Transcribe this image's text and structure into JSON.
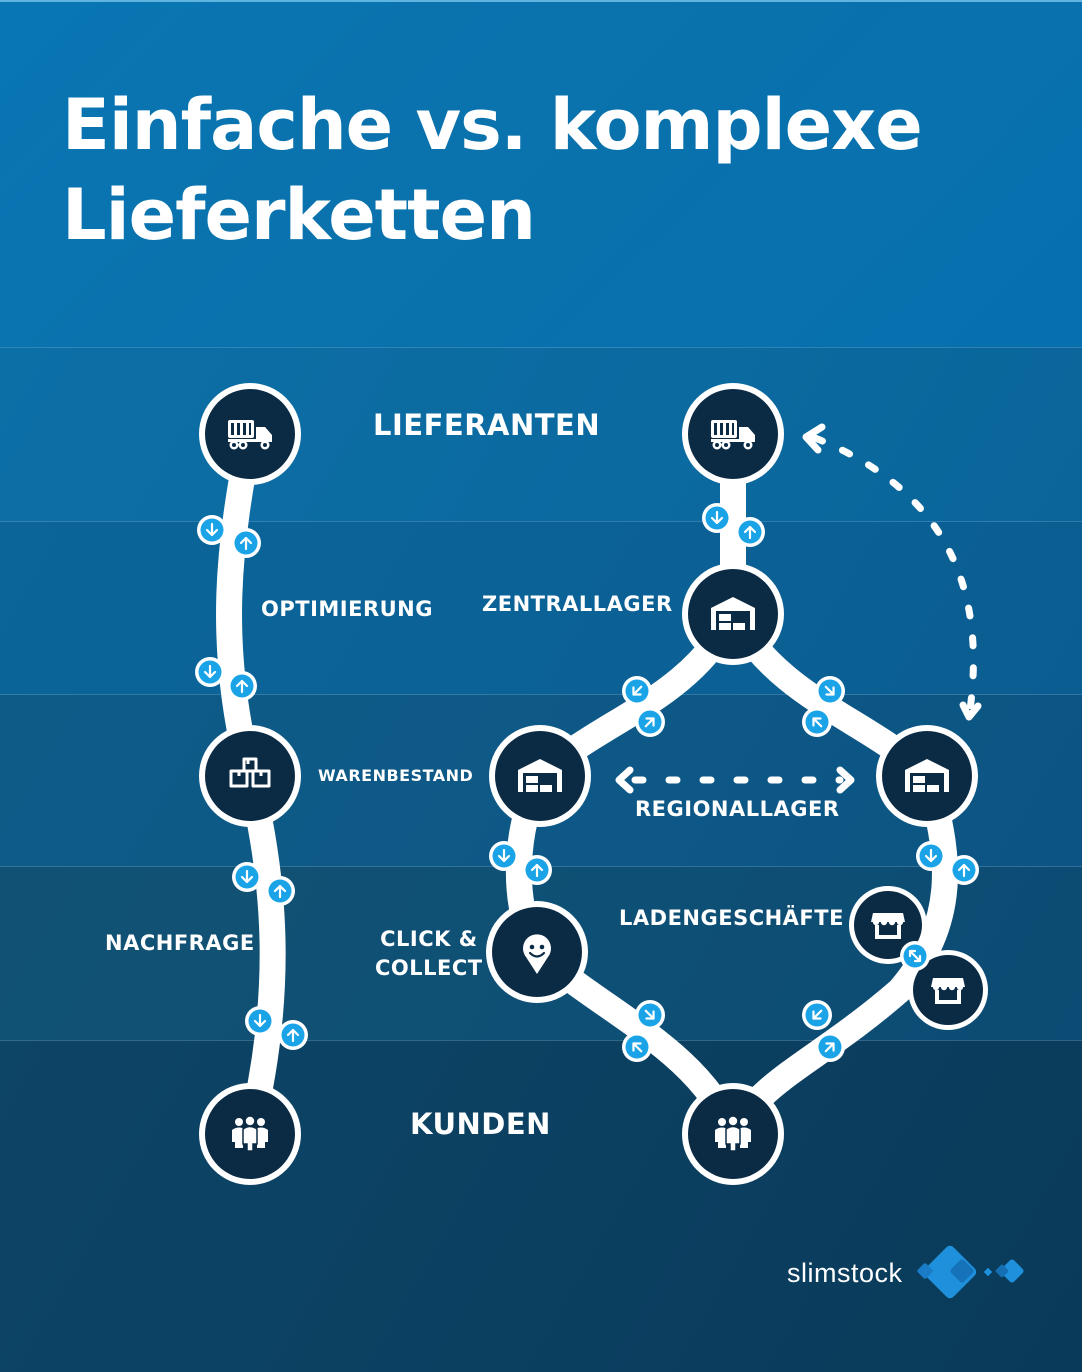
{
  "header": {
    "title_line1": "Einfache vs. komplexe",
    "title_line2": "Lieferketten"
  },
  "labels": {
    "lieferanten": "LIEFERANTEN",
    "optimierung": "OPTIMIERUNG",
    "zentrallager": "ZENTRALLAGER",
    "warenbestand": "WARENBESTAND",
    "regionallager": "REGIONALLAGER",
    "nachfrage": "NACHFRAGE",
    "click_collect_line1": "CLICK &",
    "click_collect_line2": "COLLECT",
    "ladengeschaefte": "LADENGESCHÄFTE",
    "kunden": "KUNDEN"
  },
  "simple_chain": {
    "nodes": [
      {
        "name": "Lieferanten",
        "icon": "truck-icon"
      },
      {
        "name": "Warenbestand",
        "icon": "boxes-icon"
      },
      {
        "name": "Kunden",
        "icon": "people-icon"
      }
    ],
    "flows": [
      "Optimierung",
      "Nachfrage"
    ]
  },
  "complex_chain": {
    "nodes": [
      {
        "name": "Lieferanten",
        "icon": "truck-icon"
      },
      {
        "name": "Zentrallager",
        "icon": "warehouse-icon"
      },
      {
        "name": "Regionallager (links)",
        "icon": "warehouse-icon"
      },
      {
        "name": "Regionallager (rechts)",
        "icon": "warehouse-icon"
      },
      {
        "name": "Click & Collect",
        "icon": "location-pin-smiley-icon"
      },
      {
        "name": "Ladengeschäft 1",
        "icon": "store-icon"
      },
      {
        "name": "Ladengeschäft 2",
        "icon": "store-icon"
      },
      {
        "name": "Kunden",
        "icon": "people-icon"
      }
    ]
  },
  "brand": {
    "logo_text": "slimstock"
  },
  "colors": {
    "header_blue": "#0873b0",
    "node_fill": "#0b2b45",
    "arrow_badge": "#1aa3e6",
    "path_white": "#ffffff",
    "logo_blue": "#1e90dc"
  }
}
